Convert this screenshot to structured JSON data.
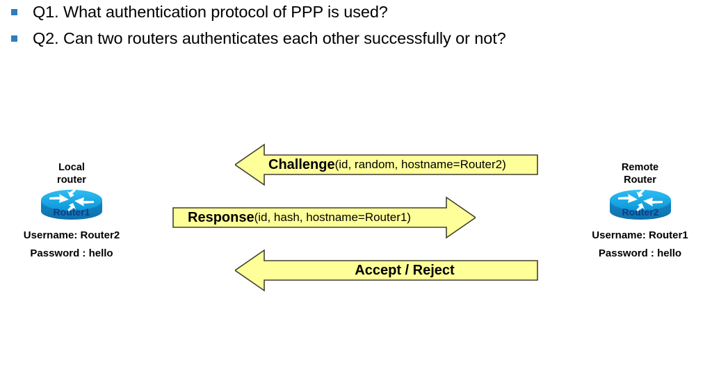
{
  "questions": [
    {
      "bullet": "square-bullet",
      "text": "Q1. What authentication protocol of PPP is used?"
    },
    {
      "bullet": "square-bullet",
      "text": "Q2. Can two routers authenticates each other successfully or not?"
    }
  ],
  "colors": {
    "bullet": "#2f7dbf",
    "arrow_fill": "#FFFF99",
    "arrow_stroke": "#403F2F",
    "router_body": "#12A6E4",
    "router_side": "#1B77B8",
    "router_label": "#0B3E86"
  },
  "diagram": {
    "left_node": {
      "title_line1": "Local",
      "title_line2": "router",
      "icon": "cisco-router-icon",
      "device_label": "Router1",
      "username": "Username: Router2",
      "password": "Password : hello"
    },
    "right_node": {
      "title_line1": "Remote",
      "title_line2": "Router",
      "icon": "cisco-router-icon",
      "device_label": "Router2",
      "username": "Username: Router1",
      "password": "Password : hello"
    },
    "messages": [
      {
        "name": "challenge",
        "direction": "left",
        "bold_label": "Challenge",
        "detail_label": " (id, random, hostname=Router2)"
      },
      {
        "name": "response",
        "direction": "right",
        "bold_label": "Response",
        "detail_label": " (id, hash, hostname=Router1)"
      },
      {
        "name": "accept-reject",
        "direction": "left",
        "bold_label": "Accept / Reject",
        "detail_label": ""
      }
    ]
  }
}
